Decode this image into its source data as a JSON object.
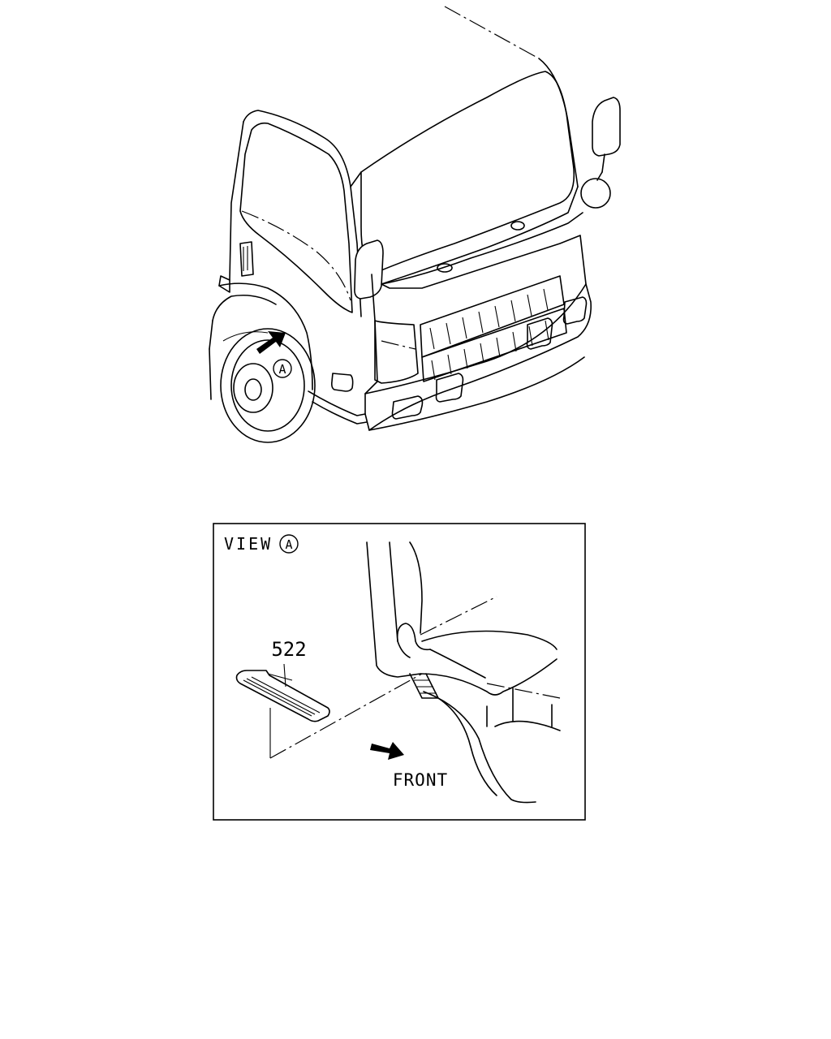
{
  "callouts": {
    "view_marker": "A",
    "view_label_word": "VIEW",
    "view_label_marker": "A",
    "part_number": "522",
    "direction_label": "FRONT"
  },
  "colors": {
    "line": "#000000",
    "background": "#ffffff"
  },
  "icons": {
    "view_arrow": "arrow-up-right-icon",
    "front_arrow": "arrow-down-right-icon"
  }
}
